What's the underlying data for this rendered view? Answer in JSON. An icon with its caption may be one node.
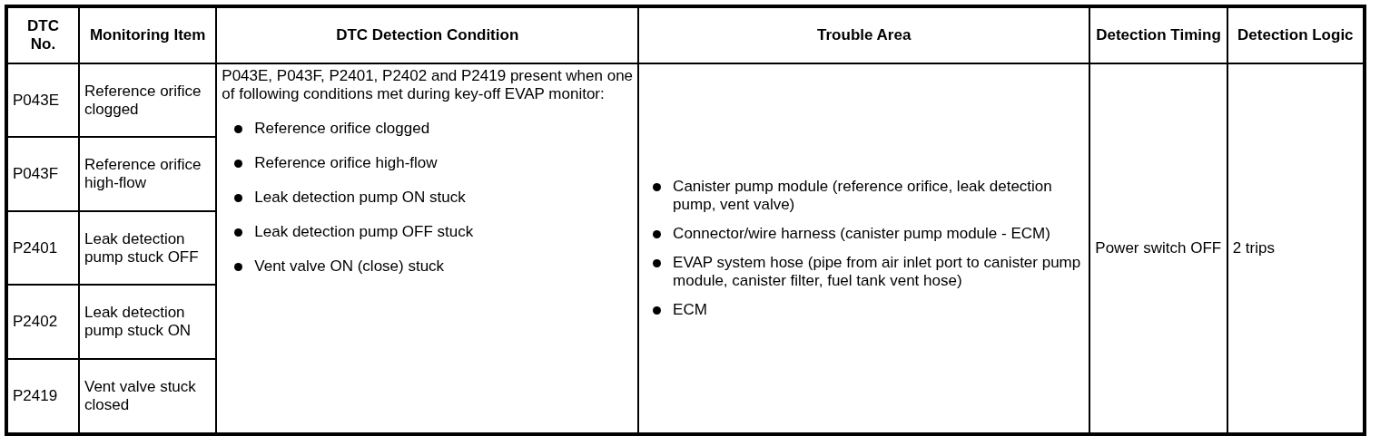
{
  "diagram": {
    "labels": [
      "DTC No.",
      "Monitoring Item",
      "DTC Detection Condition",
      "Trouble Area",
      "Detection Timing",
      "Detection Logic",
      "P043E",
      "Reference orifice clogged",
      "P043E, P043F, P2401, P2402 and P2419 present when one of following conditions met during key-off EVAP monitor:",
      "Reference orifice clogged",
      "Reference orifice high-flow",
      "Leak detection pump ON stuck",
      "Leak detection pump OFF stuck",
      "Vent valve ON (close) stuck",
      "Canister pump module (reference orifice, leak detection pump, vent valve)",
      "Connector/wire harness (canister pump module - ECM)",
      "EVAP system hose (pipe from air inlet port to canister pump module, canister filter, fuel tank vent hose)",
      "ECM",
      "Power switch OFF",
      "2 trips",
      "P043F",
      "Reference orifice high-flow",
      "P2401",
      "Leak detection pump stuck OFF",
      "P2402",
      "Leak detection pump stuck ON",
      "P2419",
      "Vent valve stuck closed"
    ]
  }
}
